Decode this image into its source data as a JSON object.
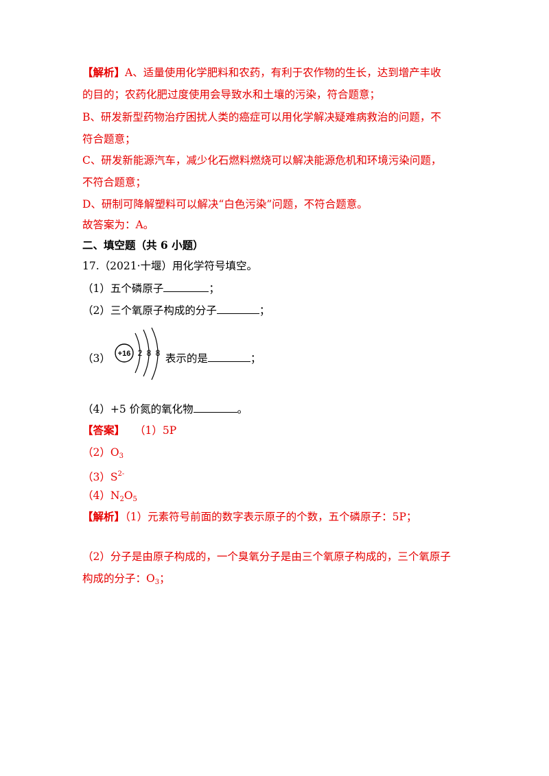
{
  "explain1": {
    "tag": "【解析】",
    "a_line1": "A、适量使用化学肥料和农药，有利于农作物的生长，达到增产丰收",
    "a_line2": "的目的；农药化肥过度使用会导致水和土壤的污染，符合题意；",
    "b_line1": "B、研发新型药物治疗困扰人类的癌症可以用化学解决疑难病救治的问题，不",
    "b_line2": "符合题意；",
    "c_line1": "C、研发新能源汽车，减少化石燃料燃烧可以解决能源危机和环境污染问题，",
    "c_line2": "不符合题意；",
    "d_line": "D、研制可降解塑料可以解决“白色污染”问题，不符合题意。",
    "answer": "故答案为：A。"
  },
  "section": {
    "title": "二、填空题（共 6 小题）"
  },
  "question17": {
    "stem": "17.（2021·十堰）用化学符号填空。",
    "q1_prefix": "（1）五个磷原子",
    "q1_suffix": "；",
    "q2_prefix": "（2）三个氧原子构成的分子",
    "q2_suffix": "；",
    "q3_prefix": "（3）",
    "q3_text": "表示的是",
    "q3_suffix": "；",
    "q4_prefix": "（4）+5 价氮的氧化物",
    "q4_suffix": "。",
    "diagram": {
      "nucleus": "+16",
      "shells": [
        "2",
        "8",
        "8"
      ]
    }
  },
  "answer17": {
    "tag": "【答案】",
    "a1": "（1）5P",
    "a2_prefix": "（2）O",
    "a2_sub": "3",
    "a3_prefix": "（3）S",
    "a3_sup": "2-",
    "a4_prefix": "（4）N",
    "a4_sub1": "2",
    "a4_mid": "O",
    "a4_sub2": "5"
  },
  "explain17": {
    "tag": "【解析】",
    "p1": "（1）元素符号前面的数字表示原子的个数，五个磷原子：5P；",
    "p2_line1": "（2）分子是由原子构成的，一个臭氧分子是由三个氧原子构成的，三个氧原子",
    "p2_line2_prefix": "构成的分子：O",
    "p2_line2_sub": "3",
    "p2_line2_suffix": "；"
  }
}
